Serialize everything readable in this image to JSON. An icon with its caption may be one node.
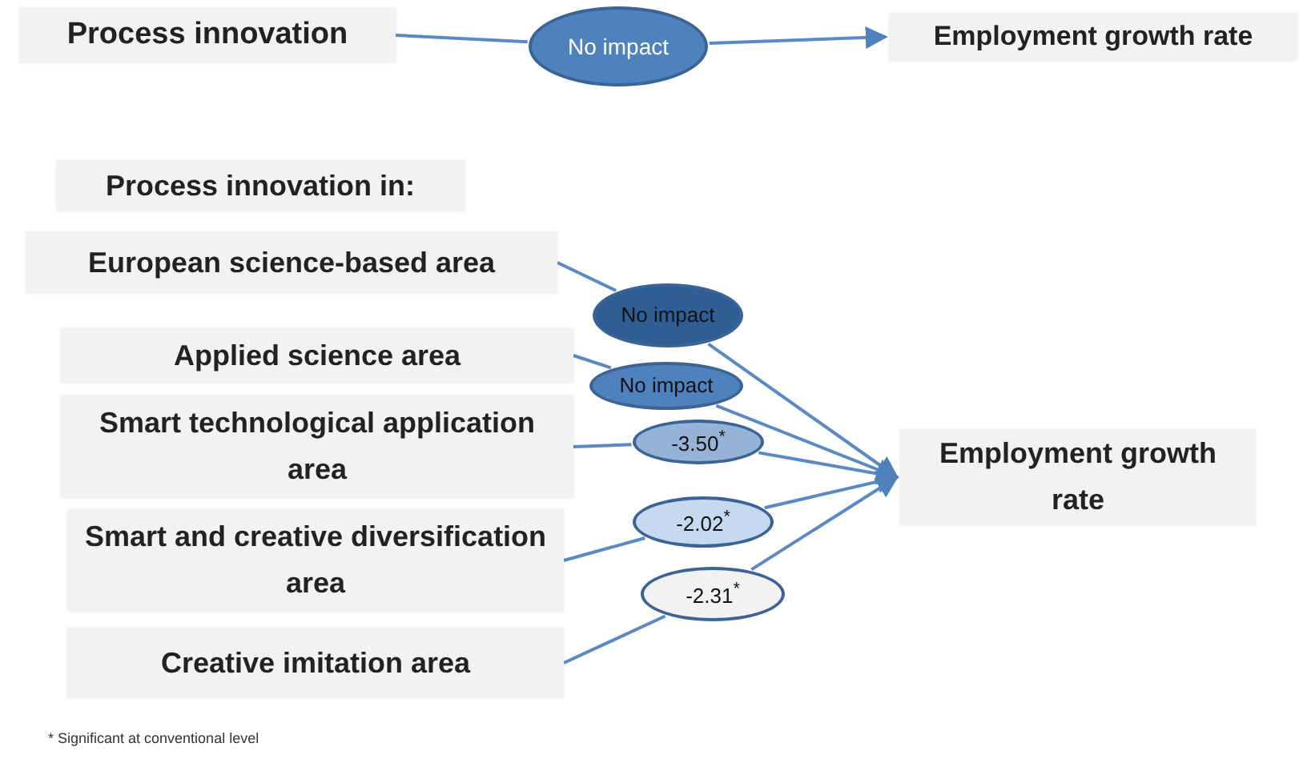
{
  "diagram": {
    "nodes": [
      {
        "text": [
          "Process innovation"
        ]
      },
      {
        "text": [
          "No impact"
        ]
      },
      {
        "text": [
          "Employment growth rate"
        ]
      },
      {
        "text": [
          "Process innovation in:"
        ]
      },
      {
        "text": [
          "European science-based area"
        ]
      },
      {
        "text": [
          "Applied science area"
        ]
      },
      {
        "text": [
          "Smart technological application area"
        ]
      },
      {
        "text": [
          "Smart and creative diversification area"
        ]
      },
      {
        "text": [
          "Creative imitation area"
        ]
      },
      {
        "text": [
          "No impact"
        ]
      },
      {
        "text": [
          "No impact"
        ]
      },
      {
        "text": [
          "-3.50$^{*}$"
        ]
      },
      {
        "text": [
          "-2.02$^{*}$"
        ]
      },
      {
        "text": [
          "-2.31$^{*}$"
        ]
      },
      {
        "text": [
          "Employment growth rate"
        ]
      }
    ],
    "edges": [
      {
        "from": 0,
        "to": 1,
        "arrow": "none"
      },
      {
        "from": 1,
        "to": 2,
        "arrow": "to"
      },
      {
        "from": 4,
        "to": 9,
        "arrow": "none"
      },
      {
        "from": 9,
        "to": 14,
        "arrow": "to"
      },
      {
        "from": 5,
        "to": 10,
        "arrow": "none"
      },
      {
        "from": 10,
        "to": 14,
        "arrow": "to"
      },
      {
        "from": 6,
        "to": 11,
        "arrow": "none"
      },
      {
        "from": 11,
        "to": 14,
        "arrow": "to"
      },
      {
        "from": 7,
        "to": 12,
        "arrow": "none"
      },
      {
        "from": 12,
        "to": 14,
        "arrow": "to"
      },
      {
        "from": 8,
        "to": 13,
        "arrow": "none"
      },
      {
        "from": 13,
        "to": 14,
        "arrow": "to"
      }
    ],
    "labels": [
      "* Significant at conventional level"
    ]
  }
}
